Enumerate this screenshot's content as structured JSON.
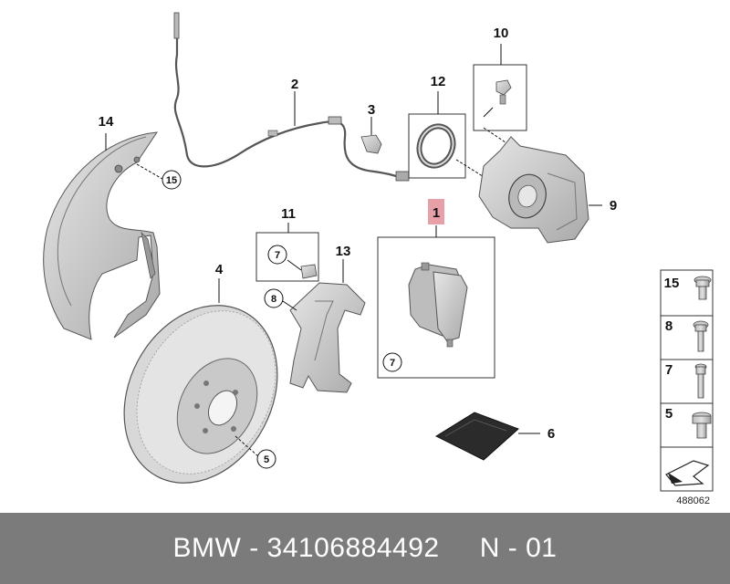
{
  "callouts": {
    "c1": "1",
    "c2": "2",
    "c3": "3",
    "c4": "4",
    "c6": "6",
    "c9": "9",
    "c10": "10",
    "c11": "11",
    "c12": "12",
    "c13": "13",
    "c14": "14"
  },
  "circled": {
    "r15": "15",
    "r7a": "7",
    "r8": "8",
    "r7b": "7",
    "r5": "5"
  },
  "legend": {
    "items": [
      "15",
      "8",
      "7",
      "5"
    ]
  },
  "ref_number": "488062",
  "footer": {
    "brand": "BMW",
    "sep1": " - ",
    "part_number": "34106884492",
    "sep2": "     N - 01"
  },
  "colors": {
    "highlight": "#e8a0a8",
    "footer_bg": "#7b7b7b",
    "part_fill": "#cfcfcf"
  }
}
